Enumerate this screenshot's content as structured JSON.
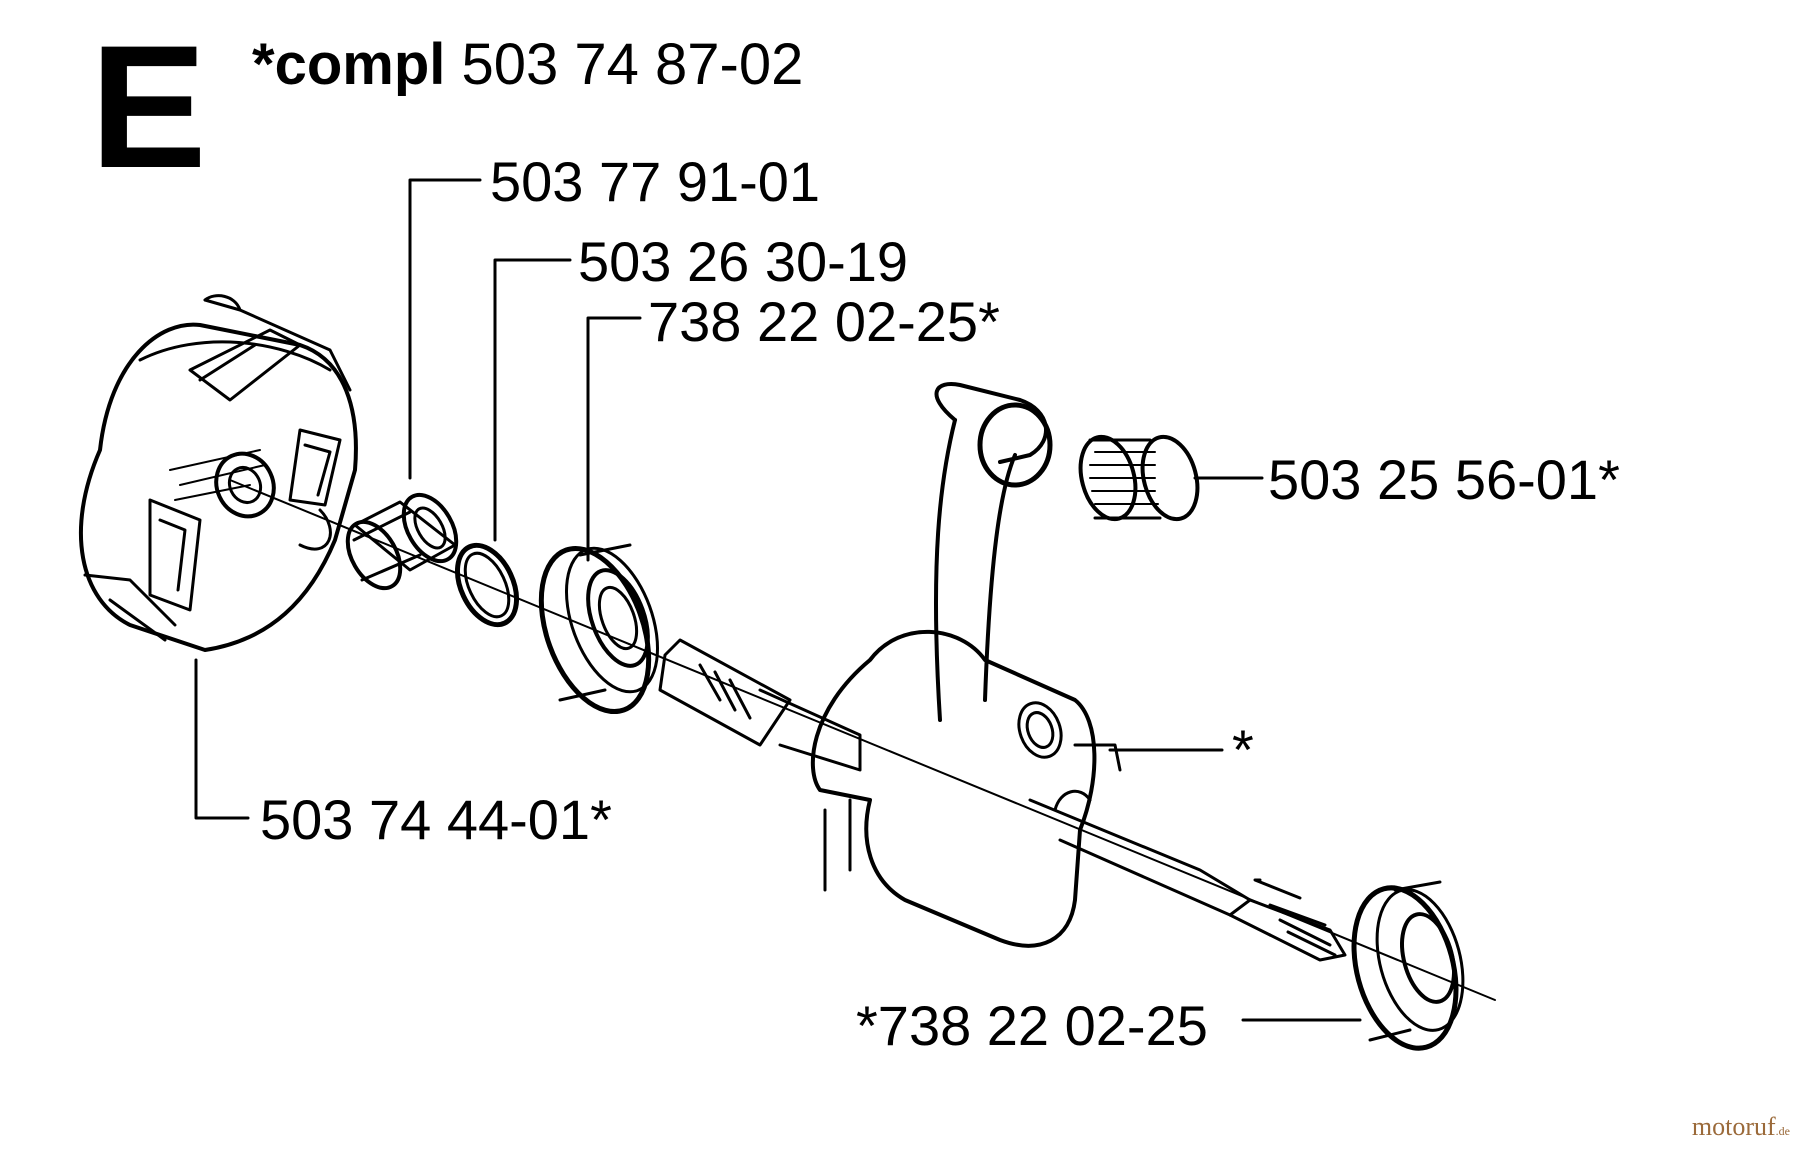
{
  "section_letter": "E",
  "title": {
    "prefix": "*compl",
    "part": "503 74 87-02"
  },
  "parts": [
    {
      "id": "clutch-drum-bearing",
      "label": "503 77 91-01"
    },
    {
      "id": "washer",
      "label": "503 26 30-19"
    },
    {
      "id": "ball-bearing-outer",
      "label": "738 22 02-25*"
    },
    {
      "id": "needle-bearing",
      "label": "503 25 56-01*"
    },
    {
      "id": "crankshaft",
      "label": "*"
    },
    {
      "id": "clutch",
      "label": "503 74 44-01*"
    },
    {
      "id": "ball-bearing-inner",
      "label": "*738 22 02-25"
    }
  ],
  "watermark": {
    "name": "motoruf",
    "tld": ".de"
  },
  "colors": {
    "ink": "#000000",
    "watermark": "#9b6a3a"
  }
}
